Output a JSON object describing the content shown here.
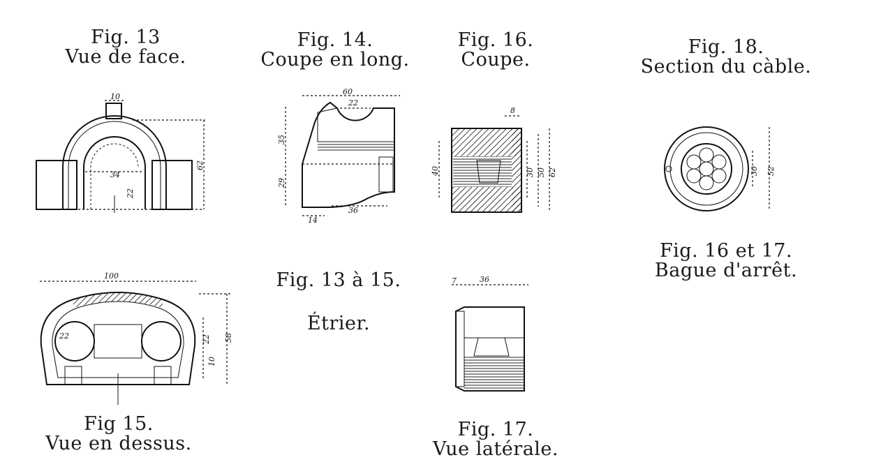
{
  "captions": {
    "fig13": {
      "line1": "Fig. 13",
      "line2": "Vue de face."
    },
    "fig14": {
      "line1": "Fig. 14.",
      "line2": "Coupe en long."
    },
    "fig16": {
      "line1": "Fig. 16.",
      "line2": "Coupe."
    },
    "fig18": {
      "line1": "Fig. 18.",
      "line2": "Section du càble."
    },
    "fig15": {
      "line1": "Fig 15.",
      "line2": "Vue en dessus."
    },
    "fig13to15": {
      "line1": "Fig. 13 à 15.",
      "line2": "Étrier."
    },
    "fig17": {
      "line1": "Fig. 17.",
      "line2": "Vue latérale."
    },
    "fig16and17": {
      "line1": "Fig. 16 et 17.",
      "line2": "Bague d'arrêt."
    }
  },
  "dimensions": {
    "fig13": [
      "10",
      "34",
      "22",
      "62"
    ],
    "fig14": [
      "60",
      "22",
      "35",
      "29",
      "14",
      "36"
    ],
    "fig16": [
      "8",
      "40",
      "30",
      "50",
      "62"
    ],
    "fig15": [
      "100",
      "22",
      "22",
      "10",
      "58"
    ],
    "fig17": [
      "7",
      "36"
    ],
    "fig18": [
      "30",
      "52"
    ]
  }
}
